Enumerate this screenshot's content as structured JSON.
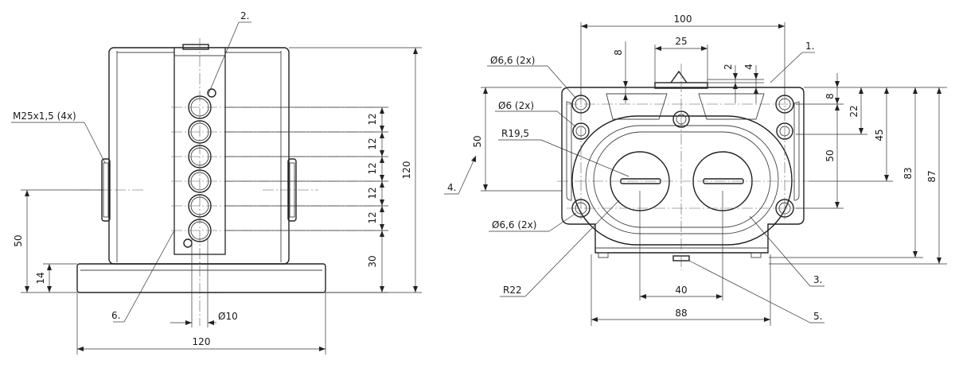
{
  "front_view": {
    "labels": {
      "thread": "M25x1,5 (4x)",
      "ref2": "2.",
      "ref6": "6."
    },
    "dims": {
      "pitch1": "12",
      "pitch2": "12",
      "pitch3": "12",
      "pitch4": "12",
      "pitch5": "12",
      "bottom_hole": "30",
      "height_total": "120",
      "height_50": "50",
      "height_14": "14",
      "dia10": "Ø10",
      "width_120": "120"
    }
  },
  "side_view": {
    "labels": {
      "hole_66_top": "Ø6,6 (2x)",
      "hole_6": "Ø6 (2x)",
      "radius_195": "R19,5",
      "hole_66_bottom": "Ø6,6 (2x)",
      "radius_22": "R22",
      "ref1": "1.",
      "ref3": "3.",
      "ref4": "4.",
      "ref5": "5."
    },
    "dims": {
      "width_100": "100",
      "width_25": "25",
      "depth_8": "8",
      "d2": "2",
      "d4": "4",
      "left_50": "50",
      "r8": "8",
      "r22": "22",
      "r45": "45",
      "r50": "50",
      "r83": "83",
      "r87": "87",
      "w40": "40",
      "w88": "88"
    }
  }
}
